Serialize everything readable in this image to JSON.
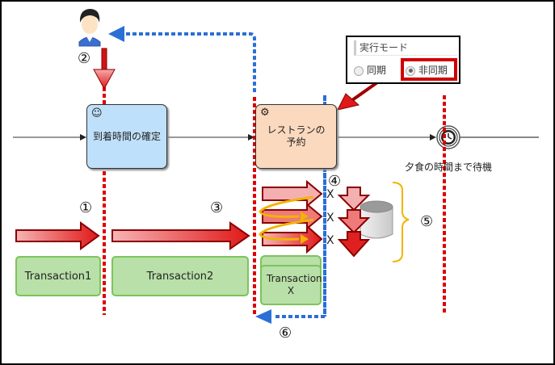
{
  "diagram": {
    "tasks": {
      "arrival": "到着時間の確定",
      "restaurant": "レストランの予約",
      "timer": "夕食の時間まで待機"
    },
    "transactions": {
      "t1": "Transaction1",
      "t2": "Transaction2",
      "tx": "Transaction X"
    },
    "steps": [
      "①",
      "②",
      "③",
      "④",
      "⑤",
      "⑥"
    ],
    "mode_panel": {
      "title": "実行モード",
      "options": [
        {
          "label": "同期",
          "selected": false
        },
        {
          "label": "非同期",
          "selected": true
        }
      ]
    },
    "failure_mark": "X",
    "colors": {
      "transaction_boundary": "#dd0000",
      "async_boundary": "#2a6fd6",
      "arrow_red": "#cc1111",
      "retry_loop": "#f2b400",
      "user_task_fill": "#bfe0fa",
      "service_task_fill": "#fbd9bf",
      "transaction_fill": "#b8e0a8"
    }
  }
}
